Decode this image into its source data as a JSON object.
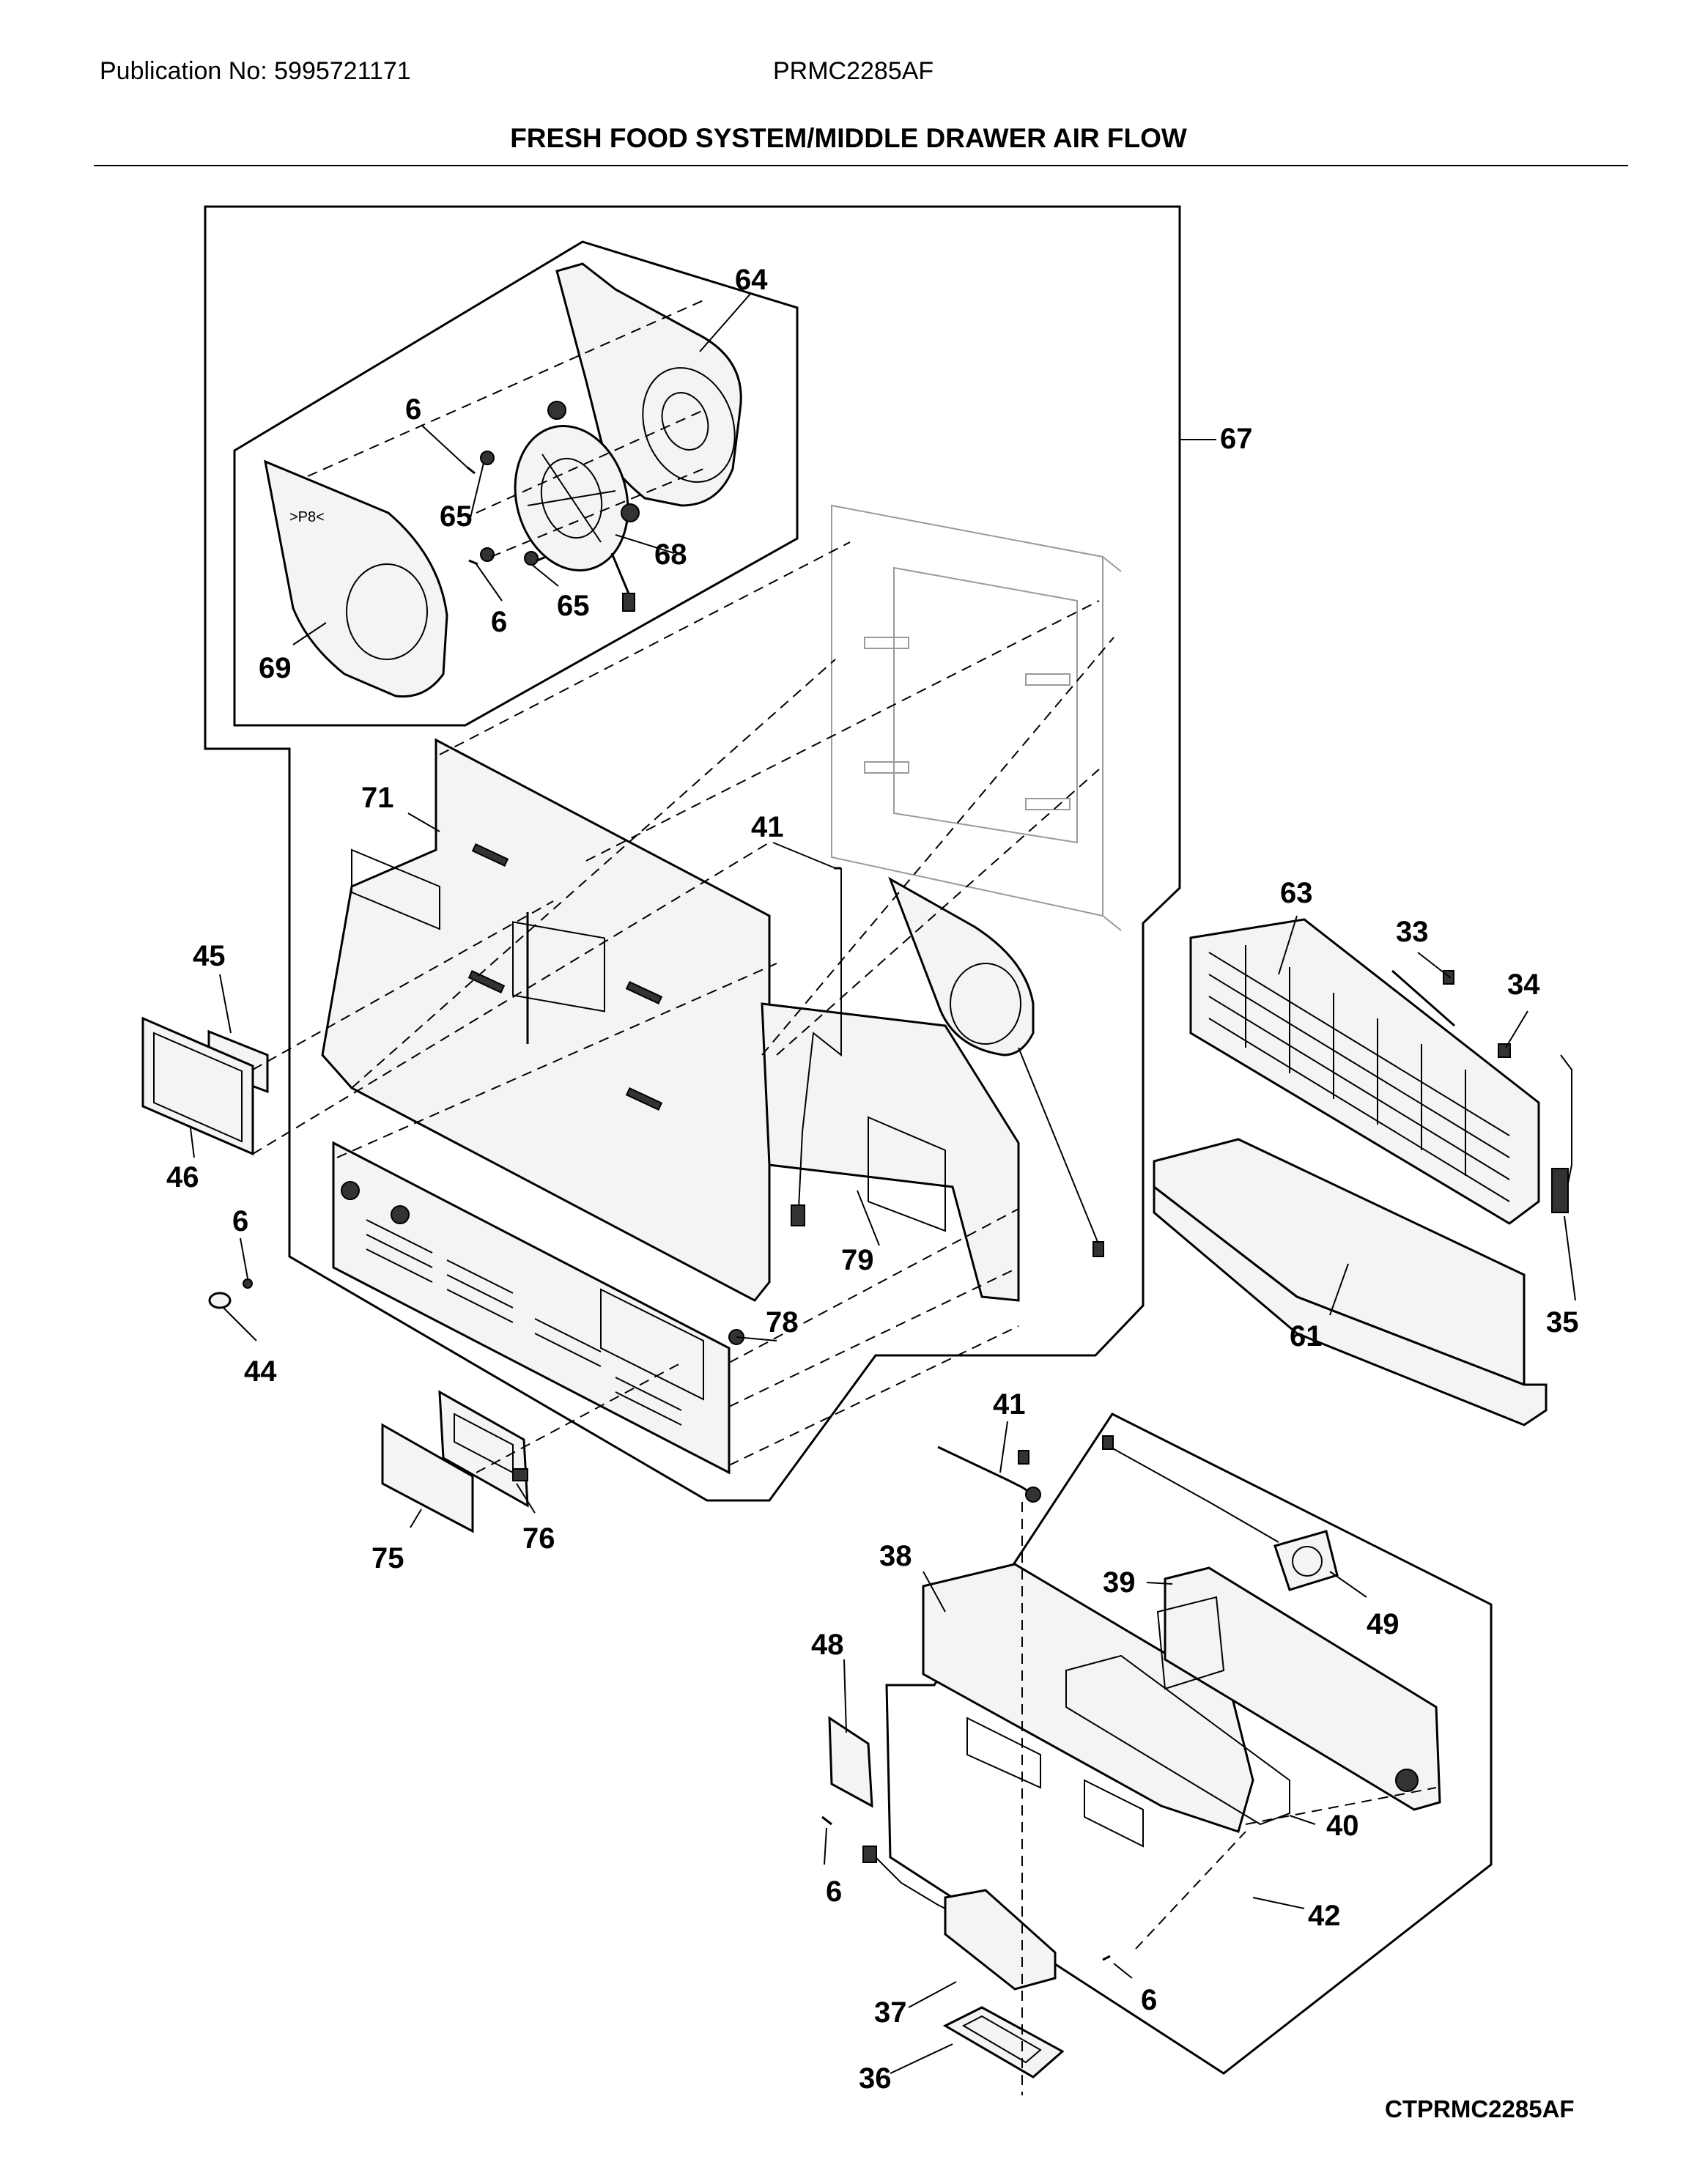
{
  "header": {
    "publication": "Publication No: 5995721171",
    "model": "PRMC2285AF",
    "title": "FRESH FOOD SYSTEM/MIDDLE DRAWER AIR FLOW"
  },
  "footer": {
    "diagram_code": "CTPRMC2285AF"
  },
  "callouts": {
    "c64": "64",
    "c6a": "6",
    "c65a": "65",
    "c68": "68",
    "c6b": "6",
    "c65b": "65",
    "c69": "69",
    "c67": "67",
    "c71": "71",
    "c41a": "41",
    "c63": "63",
    "c33": "33",
    "c34": "34",
    "c45": "45",
    "c46": "46",
    "c6c": "6",
    "c44": "44",
    "c79": "79",
    "c78": "78",
    "c61": "61",
    "c35": "35",
    "c41b": "41",
    "c75": "75",
    "c76": "76",
    "c38": "38",
    "c39": "39",
    "c49": "49",
    "c48": "48",
    "c40": "40",
    "c6d": "6",
    "c42": "42",
    "c37": "37",
    "c6e": "6",
    "c36": "36"
  }
}
